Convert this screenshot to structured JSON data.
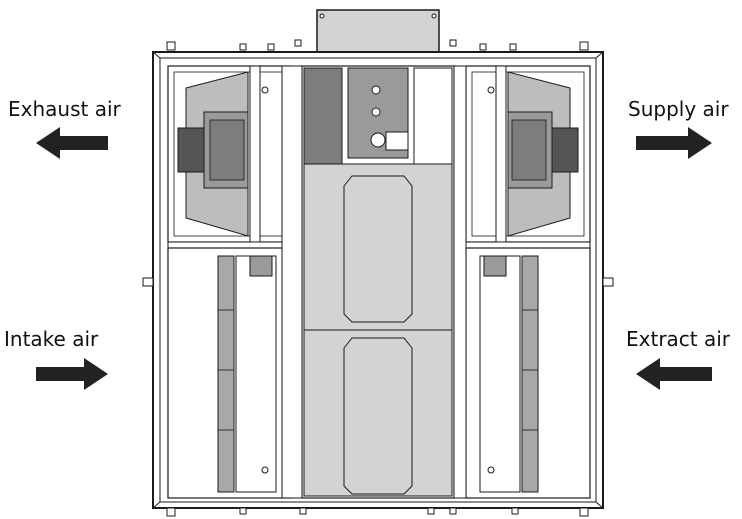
{
  "labels": {
    "exhaust": "Exhaust air",
    "supply": "Supply air",
    "intake": "Intake air",
    "extract": "Extract air"
  },
  "colors": {
    "line": "#1a1a1a",
    "dark_panel": "#7d7d7d",
    "medium_panel": "#a8a8a8",
    "light_panel": "#d3d3d3",
    "arrow": "#222222"
  }
}
